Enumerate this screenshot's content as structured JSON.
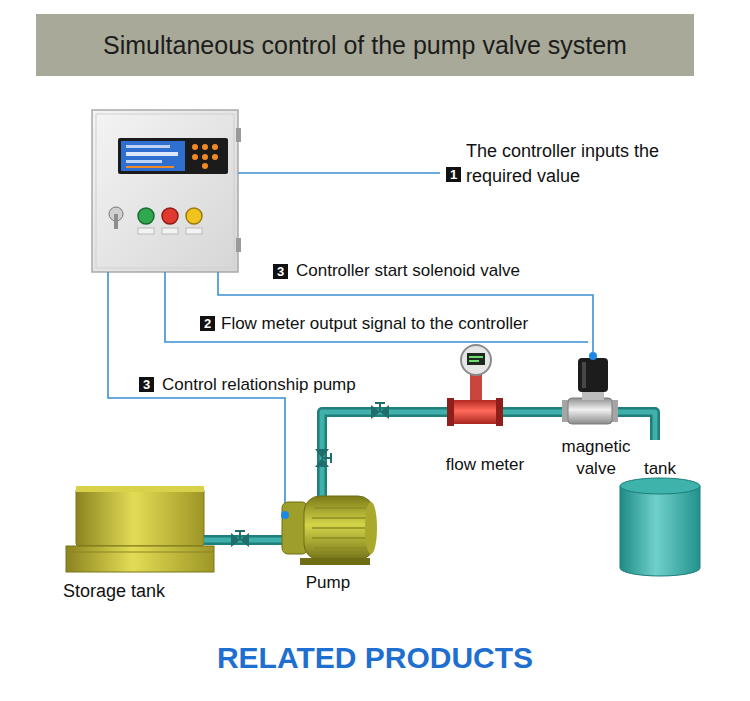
{
  "diagram": {
    "title": "Simultaneous control of the pump valve system",
    "nodes": [
      {
        "text": [
          "Storage tank"
        ]
      },
      {
        "text": [
          "Pump"
        ]
      },
      {
        "text": [
          "flow meter"
        ]
      },
      {
        "text": [
          "magnetic valve"
        ]
      },
      {
        "text": [
          "tank"
        ]
      }
    ],
    "edges": [
      {
        "from": 0,
        "to": 1,
        "arrow": "none"
      },
      {
        "from": 1,
        "to": 2,
        "arrow": "none"
      },
      {
        "from": 2,
        "to": 3,
        "arrow": "none"
      },
      {
        "from": 3,
        "to": 4,
        "arrow": "none"
      }
    ],
    "labels": [
      "1",
      "The controller inputs the required value",
      "3",
      "Controller start solenoid valve",
      "2",
      "Flow meter output signal to the controller",
      "3",
      "Control relationship pump",
      "RELATED PRODUCTS"
    ]
  }
}
